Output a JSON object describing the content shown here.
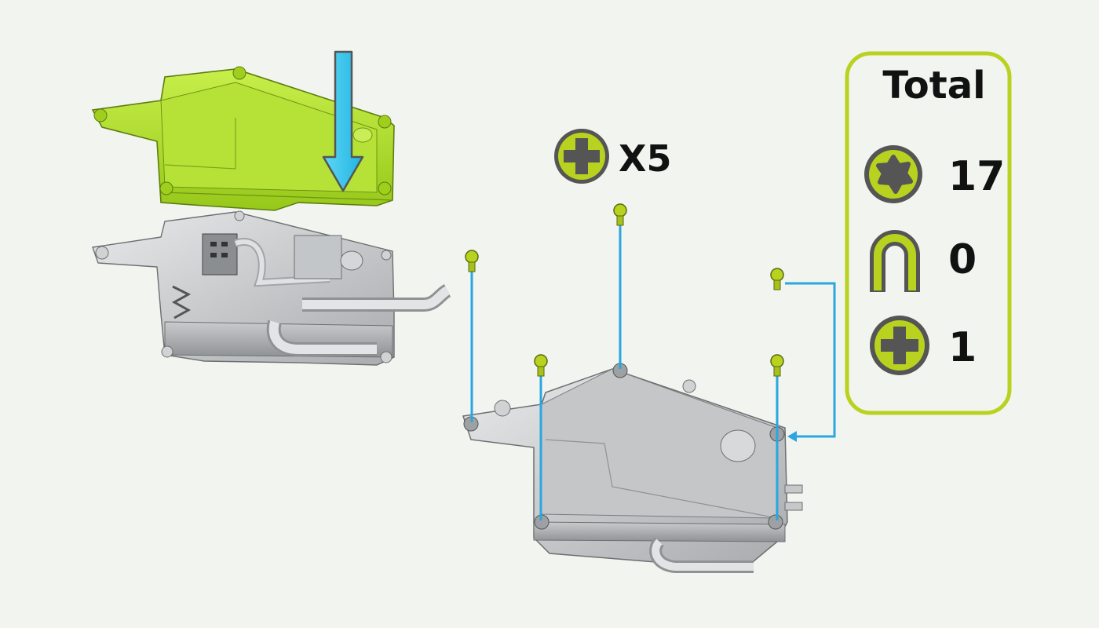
{
  "step": {
    "screw_count_label": "X5",
    "screw_type_icon": "phillips-screw-icon"
  },
  "total_panel": {
    "title": "Total",
    "items": [
      {
        "icon": "torx-screw-icon",
        "count": "17"
      },
      {
        "icon": "clip-icon",
        "count": "0"
      },
      {
        "icon": "phillips-screw-icon",
        "count": "1"
      }
    ]
  },
  "colors": {
    "accent_lime": "#b9d21f",
    "part_green": "#a5d61e",
    "arrow_blue": "#35c8ee",
    "guide_blue": "#2aa6e0",
    "housing_grey": "#b9bcbe",
    "background": "#f2f4ef"
  }
}
